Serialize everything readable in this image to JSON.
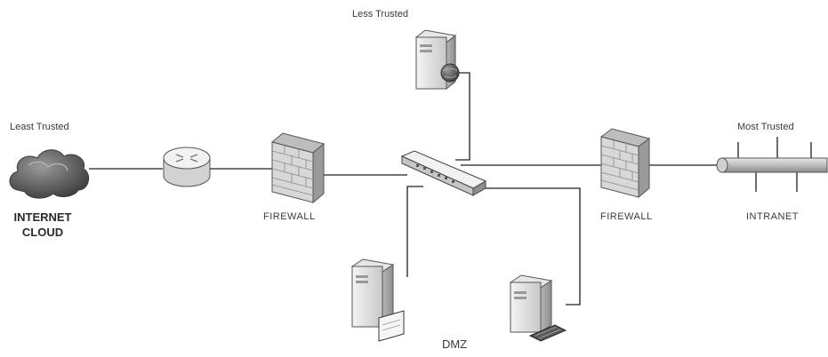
{
  "labels": {
    "least_trusted": "Least Trusted",
    "less_trusted": "Less Trusted",
    "most_trusted": "Most Trusted",
    "internet_cloud_line1": "INTERNET",
    "internet_cloud_line2": "CLOUD",
    "firewall_left": "FIREWALL",
    "firewall_right": "FIREWALL",
    "intranet": "INTRANET",
    "dmz": "DMZ"
  },
  "colors": {
    "line": "#1e1e1e",
    "device_light": "#eeeeee",
    "device_mid": "#cfcfcf",
    "device_dark": "#8a8a8a",
    "cloud": "#5a5a5a"
  }
}
